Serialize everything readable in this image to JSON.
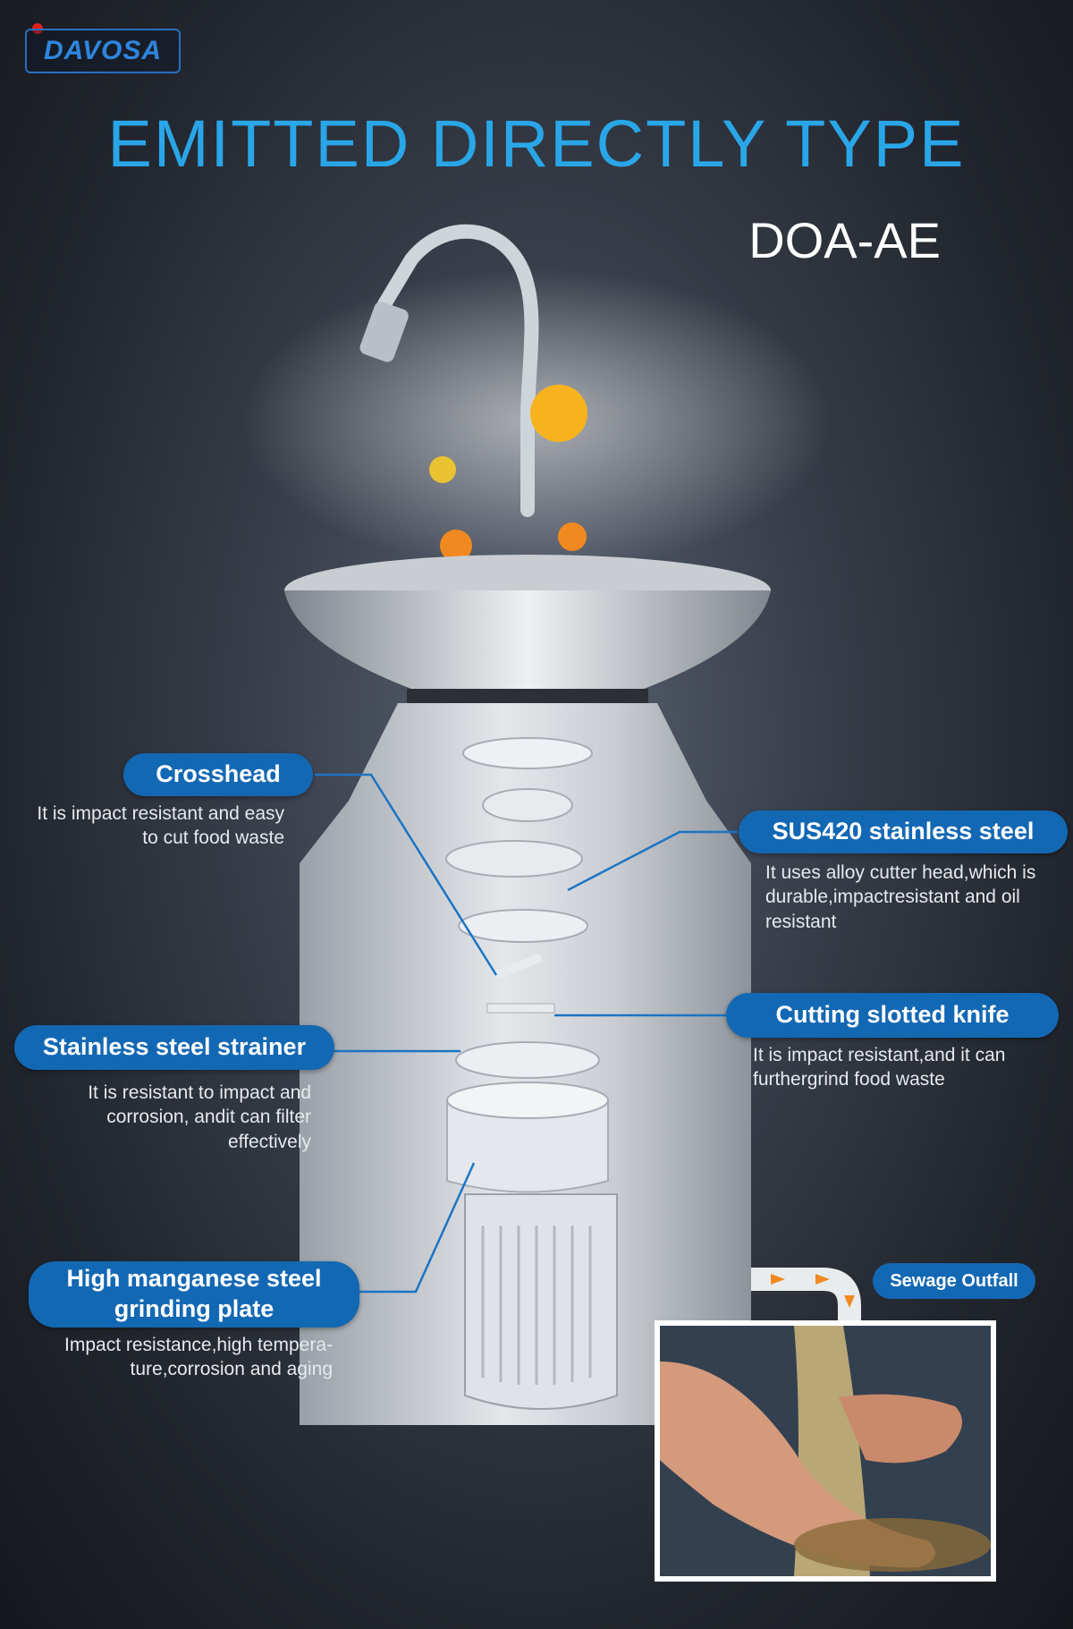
{
  "brand": {
    "logo": "DAVOSA"
  },
  "header": {
    "title": "EMITTED DIRECTLY TYPE",
    "model": "DOA-AE"
  },
  "components": [
    {
      "label": "Crosshead",
      "desc": "It is impact resistant and easy to cut food waste"
    },
    {
      "label": "SUS420 stainless steel",
      "desc": "It uses alloy cutter head,which is durable,impactresistant and oil resistant"
    },
    {
      "label": "Cutting slotted knife",
      "desc": "It is impact resistant,and it can furthergrind food waste"
    },
    {
      "label": "Stainless steel strainer",
      "desc": "It is resistant to impact and corrosion, andit can filter effectively"
    },
    {
      "label": "High manganese steel grinding plate",
      "desc": "Impact resistance,high tempera- ture,corrosion and aging"
    }
  ],
  "outfall": {
    "label": "Sewage Outfall"
  },
  "colors": {
    "accent": "#1368b4",
    "title": "#29a6e8",
    "logo_dot": "#e0201c"
  }
}
